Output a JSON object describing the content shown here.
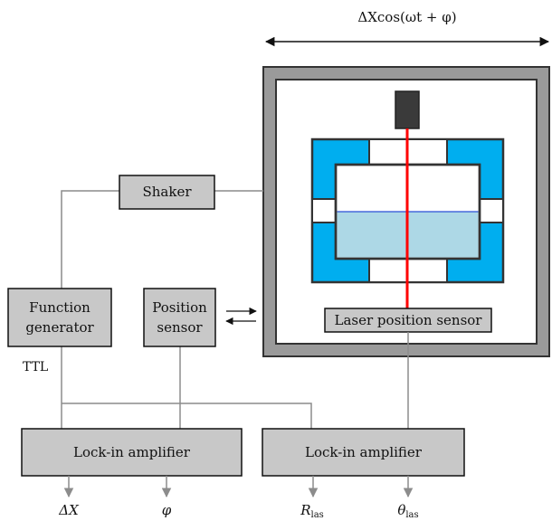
{
  "motion_label": "ΔXcos(ωt + φ)",
  "boxes": {
    "shaker": "Shaker",
    "function_generator": [
      "Function",
      "generator"
    ],
    "position_sensor": [
      "Position",
      "sensor"
    ],
    "laser_position_sensor": "Laser position sensor",
    "lockin_left": "Lock-in amplifier",
    "lockin_right": "Lock-in amplifier"
  },
  "ttl": "TTL",
  "outputs": {
    "dx": "ΔX",
    "phi": "φ",
    "r_main": "R",
    "r_sub": "las",
    "theta_main": "θ",
    "theta_sub": "las"
  },
  "colors": {
    "box_fill": "#c8c8c8",
    "stroke": "#333333",
    "wire": "#8c8c8c",
    "cyan": "#00aeef",
    "water": "#add8e6",
    "water_line": "#2b4fd6",
    "laser": "#ff0000",
    "emitter": "#3a3a3a"
  }
}
